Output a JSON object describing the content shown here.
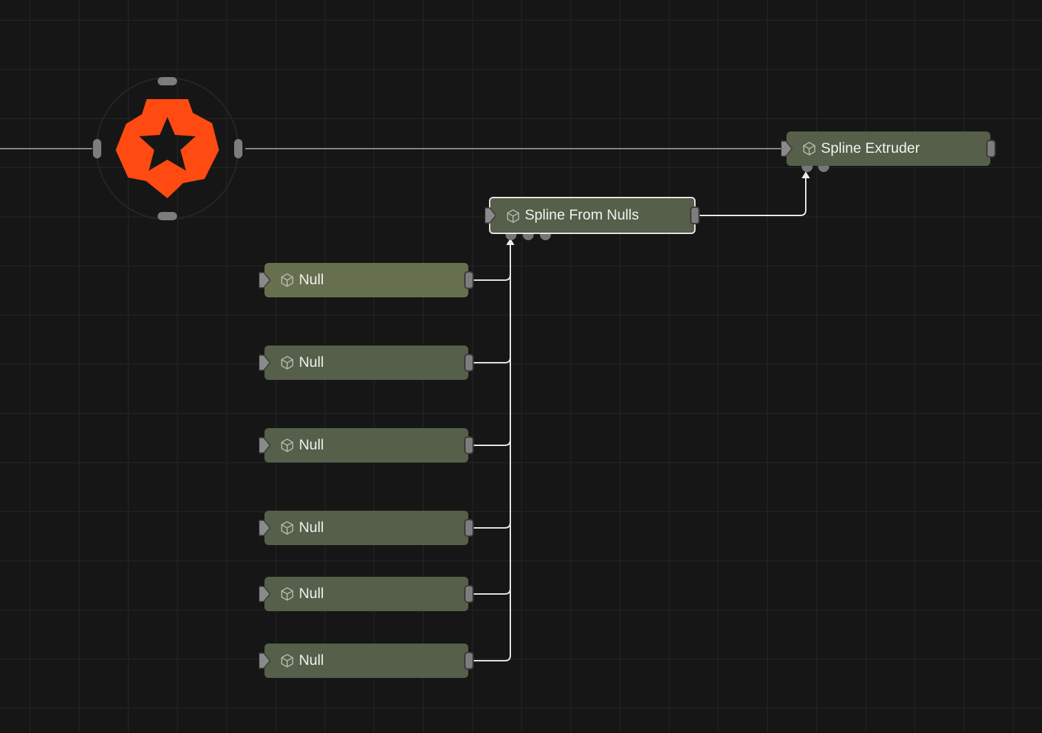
{
  "graph": {
    "nodes": {
      "spline_extruder": {
        "label": "Spline Extruder",
        "icon": "cube-icon"
      },
      "spline_from_nulls": {
        "label": "Spline From Nulls",
        "icon": "cube-icon"
      },
      "null_nodes": [
        {
          "label": "Null",
          "icon": "cube-icon"
        },
        {
          "label": "Null",
          "icon": "cube-icon"
        },
        {
          "label": "Null",
          "icon": "cube-icon"
        },
        {
          "label": "Null",
          "icon": "cube-icon"
        },
        {
          "label": "Null",
          "icon": "cube-icon"
        },
        {
          "label": "Null",
          "icon": "cube-icon"
        }
      ],
      "logo_node": {
        "icon": "nodes-logo-icon"
      }
    }
  },
  "colors": {
    "background": "#161616",
    "grid": "#262626",
    "node_fill": "#555f49",
    "node_fill_light": "#66704f",
    "wire": "#ededed",
    "logo": "#ff4a12",
    "port": "#7d7d7d"
  }
}
